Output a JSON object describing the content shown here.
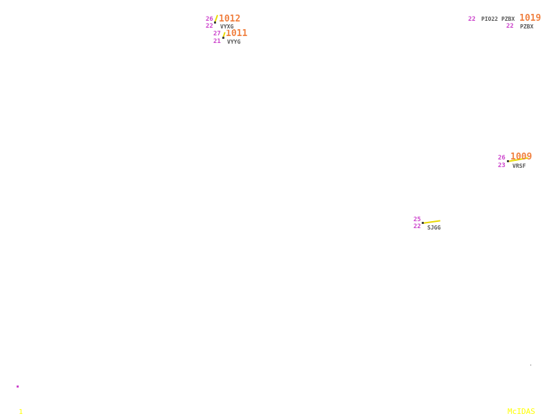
{
  "stations": [
    {
      "temp": "26",
      "dew": "22",
      "pressure": "1012",
      "id": "VYXG"
    },
    {
      "temp": "27",
      "dew": "21",
      "pressure": "1011",
      "id": "VYYG"
    },
    {
      "temp": "22",
      "id": "PIO22"
    },
    {
      "temp": "22",
      "pressure": "1019",
      "id": "PZBX",
      "id2": "PZBX"
    },
    {
      "temp": "26",
      "dew": "23",
      "pressure": "1009",
      "id": "VRSF"
    },
    {
      "temp": "25",
      "dew": "22",
      "id": "SJGG"
    }
  ],
  "footer": {
    "frame": "1",
    "brand": "McIDAS"
  },
  "colors": {
    "temp": "#cc44cc",
    "pressure": "#f08040",
    "wind": "#e8d800",
    "brand": "#ffff00"
  }
}
